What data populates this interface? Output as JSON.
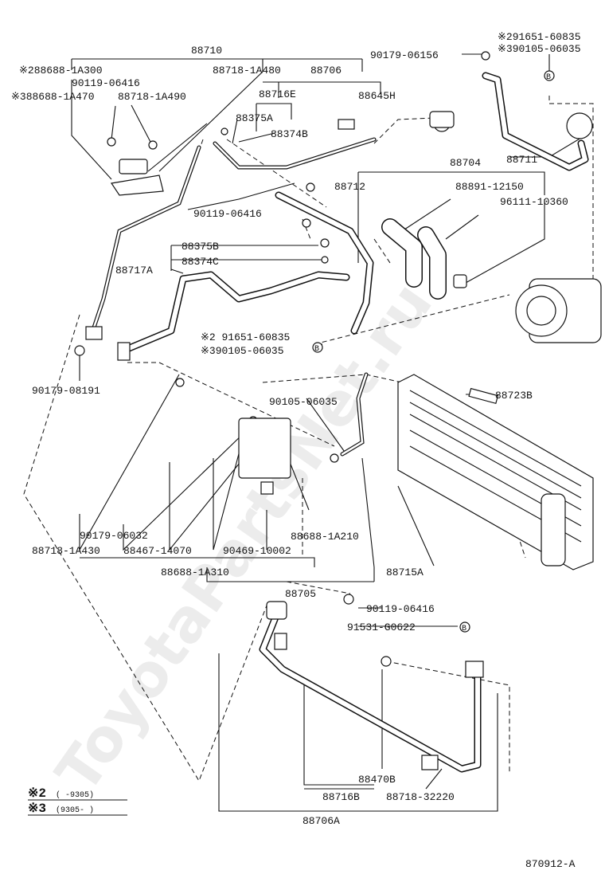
{
  "watermark": "ToyotaPartsNet.ru",
  "figure_code": "870912-A",
  "legend": {
    "row1_mark": "※2",
    "row1_range": "(      -9305)",
    "row2_mark": "※3",
    "row2_range": "(9305-       )"
  },
  "labels": {
    "p88710": "88710",
    "p288688": "※288688-1A300",
    "p90119a": "90119-06416",
    "p388688": "※388688-1A470",
    "p88718_1A490": "88718-1A490",
    "p88718_1A480": "88718-1A480",
    "p88706": "88706",
    "p88716E": "88716E",
    "p88645H": "88645H",
    "p88375A": "88375A",
    "p88374B": "88374B",
    "p90119b": "90119-06416",
    "p88712": "88712",
    "p88704": "88704",
    "p88711": "88711",
    "p90179_06156": "90179-06156",
    "p91651_top": "※291651-60835",
    "p90105_top": "※390105-06035",
    "p88891": "88891-12150",
    "p96111": "96111-10360",
    "p88375B": "88375B",
    "p88374C": "88374C",
    "p88717A": "88717A",
    "p91651_mid": "※2 91651-60835",
    "p90105_mid": "※390105-06035",
    "p90179_08191": "90179-08191",
    "p90105_06035": "90105-06035",
    "p88723B": "88723B",
    "p90179_06032": "90179-06032",
    "p88718_1A430": "88718-1A430",
    "p88467": "88467-14070",
    "p90469": "90469-10002",
    "p88688_1A210": "88688-1A210",
    "p88688_1A310": "88688-1A310",
    "p88715A": "88715A",
    "p88705": "88705",
    "p90119c": "90119-06416",
    "p91531": "91531-G0622",
    "p88470B": "88470B",
    "p88716B": "88716B",
    "p88718_32220": "88718-32220",
    "p88706A": "88706A"
  },
  "callout_letter": "B"
}
